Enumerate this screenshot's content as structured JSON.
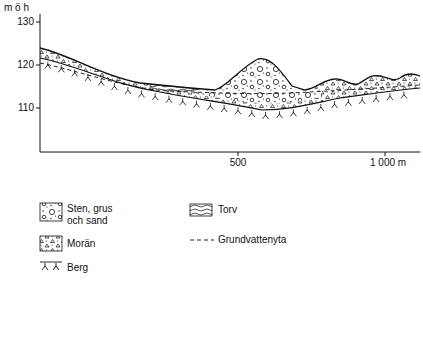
{
  "diagram": {
    "labels": [
      "m ö h",
      "130",
      "120",
      "110",
      "500",
      "1 000 m"
    ],
    "legend": [
      {
        "text": "Sten, grus och sand"
      },
      {
        "text": "Morän"
      },
      {
        "text": "Berg"
      },
      {
        "text": "Torv"
      },
      {
        "text": "Grundvattenyta"
      }
    ]
  }
}
